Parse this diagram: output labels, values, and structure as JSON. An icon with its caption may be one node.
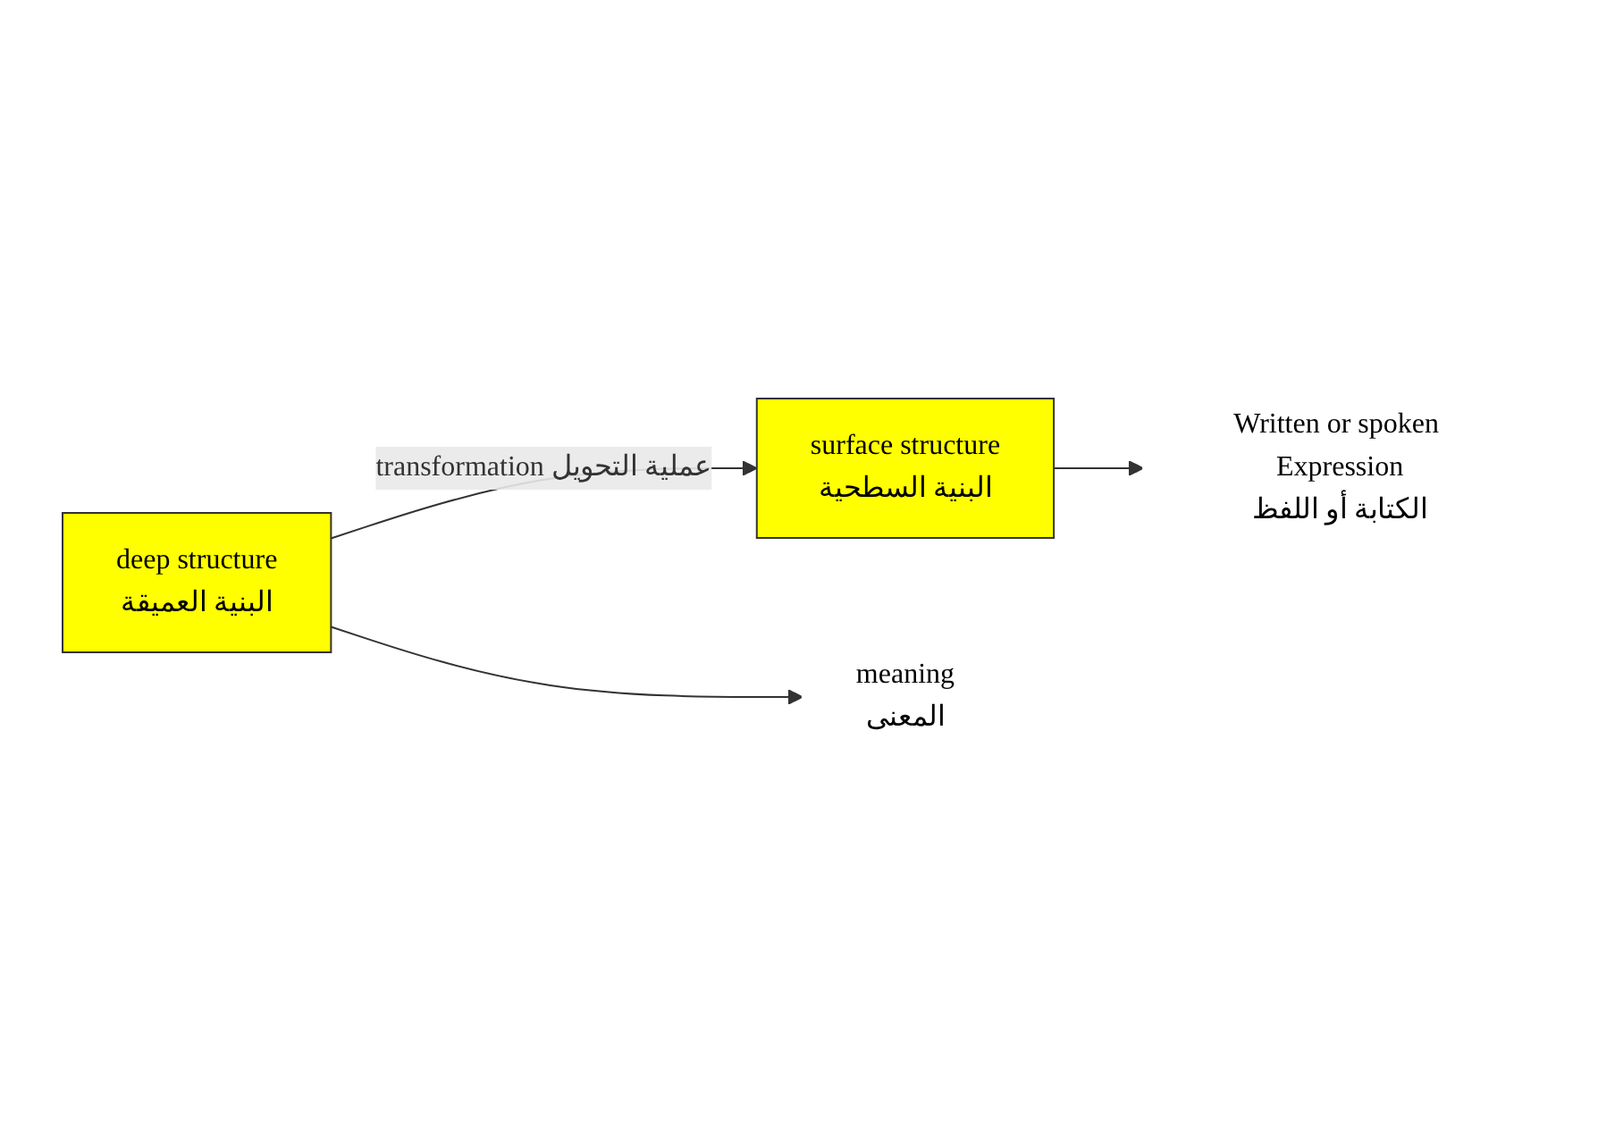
{
  "diagram": {
    "nodes": [
      {
        "text": [
          "deep structure",
          "البنية العميقة"
        ]
      },
      {
        "text": [
          "surface structure",
          "البنية السطحية"
        ]
      },
      {
        "text": [
          "meaning",
          "المعنى"
        ]
      },
      {
        "text": [
          "Written or spoken Expression",
          "الكتابة أو اللفظ"
        ]
      }
    ],
    "edges": [
      {
        "from": 0,
        "to": 1,
        "arrow": "to",
        "label": "transformation عملية التحويل"
      },
      {
        "from": 0,
        "to": 2,
        "arrow": "to"
      },
      {
        "from": 1,
        "to": 3,
        "arrow": "to"
      }
    ]
  }
}
